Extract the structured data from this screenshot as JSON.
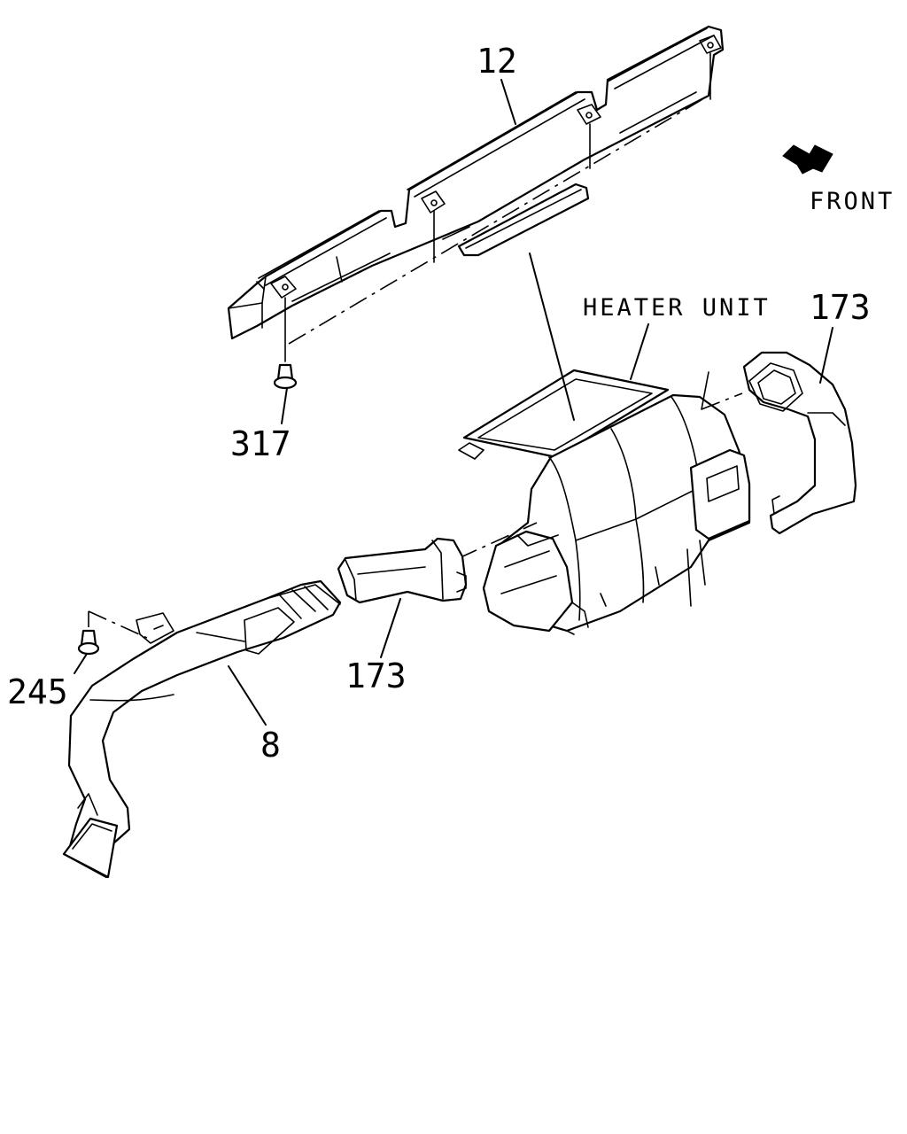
{
  "diagram": {
    "callouts": {
      "duct_top": "12",
      "screw_top": "317",
      "heater_unit": "HEATER UNIT",
      "duct_right": "173",
      "duct_mid": "173",
      "clip_left": "245",
      "duct_left": "8"
    },
    "direction": {
      "label": "FRONT",
      "icon": "arrow-icon"
    },
    "colors": {
      "line": "#000000",
      "background": "#ffffff"
    }
  }
}
